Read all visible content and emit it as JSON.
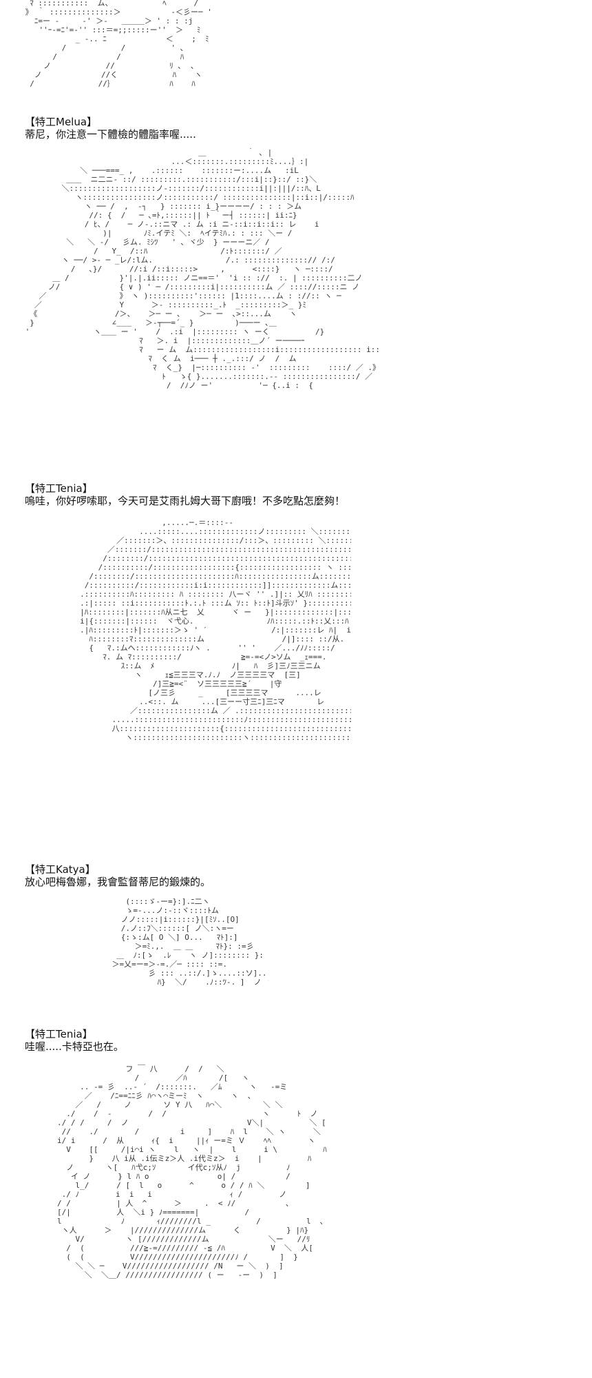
{
  "art": {
    "a0": "  ﾏ :::::::::::  ム、           ﾍ      /\n 》 ｀ ::::::::::::::＞           -＜彡ー─ '\n   ﾆ=ー -     -' ＞-   ＿＿＿＞ ' : : :j\n    ''ｰ-=ﾆ'=-'' :::＝=;;:::::ー''  ＞   ﾐ\n            _ -.. ﾆ             ＜    ;  ﾐ\n         /            /          ' ､\n       /             /             ﾊ\n     ノ            //            ﾘ ､  ､\n   ノ             //く            ﾊ    ヽ\n  /              //｝            ﾊ    ﾊ",
    "a1": "                                       ＿         ｀ ､ |\n                                 ...＜:::::::.:::::::::ﾐ....｝:|\n             ＼ ───===_ ,    .::::::    :::::::ー:....ム   :iL\n          ＿＿  ニ二ニ- ::/ :::::::::.:::::::::::/:::i|::}::/ ::}＼\n         ＼:::::::::::::::::::ノ-:::::::/::::::::::::i||:|||/::ﾊ、L\n            ヽ::::::::::::::::ノ:::::::::::/ :::::::::::::::|::i::|/:::::ﾊ\n              ヽ ── /  ,  -┐   } ::::::: i_}ーーーー/ : : : ＞ム\n               //: {  /   ─ ､=ﾄ,::::::|| ﾄ ｀ー┤ ::::::| ii:ﾆ}\n              / ﾋ、/    ─ ノ-.::ニマ .: ム :i ニ-::i::i::i:: レ    i\n                  )|       ﾉﾐ.イテﾐ ＼:  ﾍイテﾐﾊ.: : ::: ＼ー /\n          ＼   ＼ -/   彡ム. ﾐｼﾂ   ' ､ ヾ少  } ーーーニ／ /\n                /   Y_  /::ﾊ                /:ﾄ:::::::/ ／\n         ヽ ──/ >- ─ _レ/:lム.                /.: ::::::::::::::// /:/\n           /   ､}/      //:i /::i:::::>     ,      <::::}   ヽ ─::::/\n       ＿ /           }'|.|.ii::::: ノニ==＝'  'i :: ://  :. | ::::::::::二ノ\n      ノ/             { ∨ ) ' ─ /:::::::::i|::::::::::ム ／ :::://:::::ニ ノ\n    ／                》 ヽ )::::::::::':::::: |1::::....ム : ://:: ヽ ─\n   ／                 Y      ＞- ::::::::::_.ﾄ  _:::::::::＞_ }ﾐ\n  《                 /＞、   ＞─ ー ､    ＞─ ー  ､>::...ム    ヽ\n  }                 ∠＿＿   ＞-┬──=´_ }         )───ー ､＿\n '              ヽ＿＿ ー '    /  .:i  |::::::::: ヽ ーく          /}\n                          ﾏ   ＞. i  |:::::::::::::＿ノ´ ー────ｰ\n                          ﾏ   ー ム  ム::::::::::::::::::i:::::::::::::::::: i:: |  ] /\n                            ﾏ  く ム  i─── ┼ ._.:::/ ノ  /  ム\n                             ﾏ  く_}  |─:::::::::: -'  :::::::::    ::::/ ／ .》\n                               ﾄ   ゝ{ }.......:::::::.-- ::::::::::::::::/ ／ .ﾉ\n                                /  /ﾉノ ー'          '─ {..i :  {",
    "a2": "                               ,.....─.＝::::-‐\n                          ....:::::....:::::::::::::ノ::::::::: ＼:::::::::＞...\n                     ／:::::::＞、:::::::::::::::/:::＞、::::::::: ＼::::::::::::::::..\n                   ／:::::::/:::::::::::::::::::::::::::::::::::::::::::::::＼::::::::＼::::::::::::ム\n                  /::::::::/::::::::::::::::::::::::::::::::::::::::::::::::::::::ム::::::::::::: ヽ :::ﾊ\n                 /::::::::::/::::::::::::::::::{:::::::::::::::::: ヽ :::::::: ム:::::::: ム]]]:::ﾊ\n               /::::::::/::::::::::::::::::::::ﾊ::::::::::::::::ム::::::::ム:::::::::｝:::::::::::::O:::ﾊ\n              /::::::::::/::::::::::::i:i::::::::::::]]:::::::::::::ム:::::ム:::::::.ﾉ:::::::::::::::ﾊ:::ム\n             .::::::::::ﾊ::::::::: ﾊ :::::::: 八ーヾ '' .]|:: 乂ﾘﾊ :::::::::::::::i::::::}::::]\n             .:|::::: ::i:::::::::::ﾄ.:.ﾄ :::ム ｿ:: ﾄ::ﾄ]斗示ｿ' }:::::::::::::::i::::}::::::|\n             |ﾊ::::::::|:::::::ﾊ从ニ七  乂      ヾ ー   }|:::::::::::::|::::|\n             i|{:::::::|::::::  ヾ弋心.                ﾉﾊ:::::.::ﾄ::乂:::ﾊ\n             .|ﾊ:::::::::ﾄ|:::::::＞ゝ ' ′              /:|:::::::レ ﾊ|  i\n               ﾊ::::::::ﾏ::::::::::::::ム                 /|]:::: ::/从.  ]\n               {   ﾏ.:ムヘ::::::::::::ﾉヽ .      '' '    ／.../ﾉﾉ:::::/\n                  ﾏ. ム ﾏ::::::::::/             ≧=-=<ノ>ソム  _ｪ===.\n                      ｽ::ム  ﾒ                 ﾉ|   ﾊ  彡]三ﾉ三三ニム\n                         ヽ     ｪ≦三三三マ.ﾉ.ﾉ  ノ三三三三マ  [三]\n                             /]三≧=<¨  ソ三三三三三≧´    |守\n                            [ノ三彡     _     [三三三三マ      ....レ\n                          ..<::. ム     ...[三ーー寸三ﾆ]三ﾆマ       レ\n                        ／::::::::::::::::ム ／ .:::::::::::::::::::::::::::ﾏハ三ム      ﾊ\n                    .....::::::::::::::::::::::::ﾉ:::::::::::::::::::::::::::::ﾘ]三三ム＿≦\n                    八::::::::::::::::::::::{:::::::::::::::::::::::::::::::ﾉ]三三三三ミ\n                       ヽ::::::::::::::::::::::::ヽ:::::::::::::::::::::::::::::::::ム三三三マ",
    "a3": "                       (::::ゞ-ー=}:].ﾆ二ヽ\n                       ゝ=-...ノ:-::ヾ::::ﾄム\n                      ノノ:::::|i::::::}|[ﾐｿ..[O]\n                      /.ノ::ﾌ＼::::::[ ノ＼:ヽ=ー\n                      {:ゝ:ム[ O ＼] O...   ﾏﾄ]:]\n                         ＞=ﾐ.,.  ＿ ＿     ﾏﾄ}: :=彡\n                     ＿  ﾉ:[ゝ  .ﾚ    ヽ ノ]:::::::: }:\n                    ＞=乂=ー=＞‐=.／─ :::: ::=.\n                            彡 ::: ..::/.]ゝ....::ソ]....{ヽ:. ::\n                              ﾊ}  ＼/    .ﾉ::ﾂ-. ]  ノ ヽ:::]",
    "a4": "                       フ ￣ 八      /  /   ＼\n                         /        ／ﾊ       /[   ヽ\n             .. -= 彡  ..- ´  /:::::::.   ／ﾑ      ヽ   -=ミ\n              ／    /ﾆ==ﾆﾆ彡 ﾊ⌒ヽ⌒ミーﾐ  ヽ      ヽ  、\n            ／   /     ノ       ソ Y 八   ﾊ⌒＼         ＼ ＼\n          ./    /  -        /  /                     ヽ      ﾄ  ノ\n        ./ / /     /  ノ                          V＼|          ＼ [\n         //    ./        /         i     ]    ﾊ  l    ＼ ヽ      ＼\n        i/ i      /  从      ｨ{  i     ||ｨ ー=ミ Ｖ    ﾍﾍ        ヽ\n          V    [[     /|i⌒i ヽ    l   ヽ  |    l      i \\          ﾊ\n               }    八 i从 .i伝ミz＞人 .i代ミz＞  i    |          ﾊ\n          ノ       ヽ[   ﾊ弋c;ｿ       イ代c;ｿ从ﾉ  j          ﾉ\n           イ ノ      } l ﾊ o               o| /           /\n            l_/      / [  l   o      ^      o / / ﾊ ＼         ]\n         ./ ﾉ        i  i   i                 ｨ /        ノ\n        / /          | 人  ^      ＞     .  < ﾉ/           ､\n        [/|          人  ＼i } ﾉ=======|          /\n        l             ﾉ       ｨ////////l _          /          l  ､\n         ヽ人      ＞    |//////////////ム      く          } |ﾊ}\n            V/         ヽ [/////////////ム             ＼ー   //ﾘ\n          /  (          ///≧-=///////// -≦ /ﾊ          V  ＼  人[\n          (  (          V//////////////////////ﾉ /       ]  }\n            ＼ ＼ ─    V////////////////// /N   ー ＼  )  ]\n              ＼  ＼＿/ ///////////////// ( ー   -ー  )  ]"
  },
  "dialogs": [
    {
      "speaker": "【特工Melua】",
      "line": "蒂尼，你注意一下體檢的體脂率喔....."
    },
    {
      "speaker": "【特工Tenia】",
      "line": "嗚哇，你好啰嗦耶，今天可是艾雨扎姆大哥下廚哦！不多吃點怎麼夠！"
    },
    {
      "speaker": "【特工Katya】",
      "line": "放心吧梅魯娜，我會監督蒂尼的鍛煉的。"
    },
    {
      "speaker": "【特工Tenia】",
      "line": "哇喔.....卡特亞也在。"
    }
  ]
}
